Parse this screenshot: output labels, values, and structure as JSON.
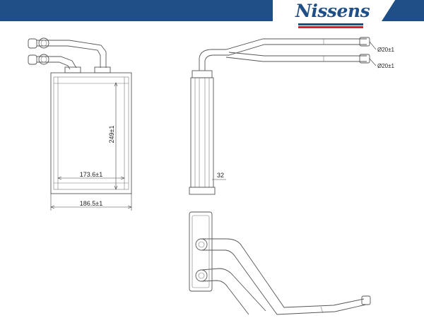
{
  "logo": {
    "text": "Nissens"
  },
  "dimensions": {
    "inner_width": "173.6±1",
    "outer_width": "186.5±1",
    "height": "249±1",
    "depth": "32",
    "pipe_diameter_upper": "Ø20±1",
    "pipe_diameter_lower": "Ø20±1"
  },
  "colors": {
    "banner": "#1f4f86",
    "logo_red": "#d8202a"
  }
}
